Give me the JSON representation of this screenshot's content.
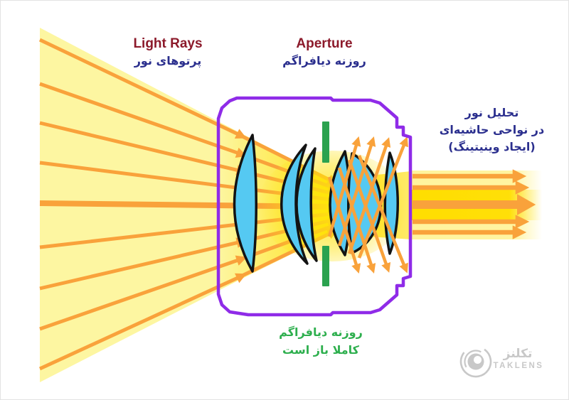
{
  "labels": {
    "light_rays": {
      "en": "Light Rays",
      "fa": "پرتوهای نور"
    },
    "aperture": {
      "en": "Aperture",
      "fa": "روزنه دیافراگم"
    },
    "vignetting_note": [
      "تحلیل نور",
      "در نواحی حاشیه‌ای",
      "(ایجاد وینیتینگ)"
    ],
    "aperture_state": [
      "روزنه دیافراگم",
      "کاملا باز است"
    ]
  },
  "watermark": {
    "brand_fa": "تکلنز",
    "brand_en": "TAKLENS",
    "logo": "camera-lens-rings-icon"
  },
  "diagram_parts": [
    "incoming-light-wedge",
    "incoming-light-rays",
    "lens-barrel-outline",
    "front-lens-element",
    "middle-lens-doublet",
    "aperture-blades-fully-open",
    "rear-lens-group",
    "rear-thin-lens-element",
    "marginal-crossing-rays",
    "exit-light-beam",
    "exit-rays"
  ],
  "colors": {
    "ray_orange": "#F9A23B",
    "beam_pale": "#FDF6A1",
    "beam_gold": "#FFDE00",
    "lens_blue": "#55C9F2",
    "lens_outline": "#131313",
    "body_purple": "#8F2BE8",
    "aperture_green": "#2BA24F",
    "title_red": "#8C1A2B",
    "label_blue": "#2B2F8E",
    "note_green": "#2EAF4E",
    "watermark_gray": "#C8C8C8"
  }
}
